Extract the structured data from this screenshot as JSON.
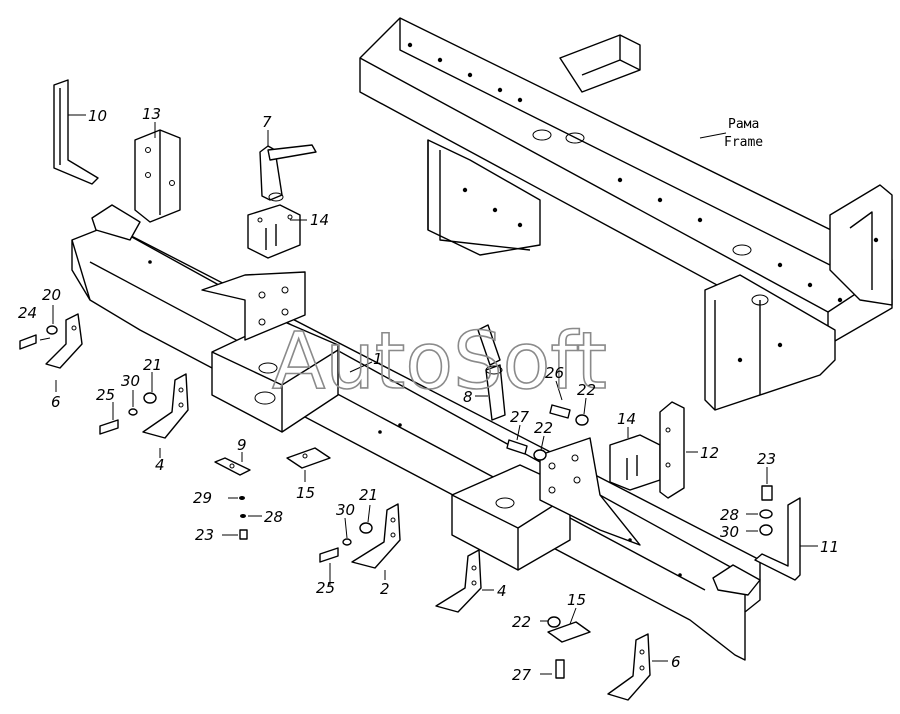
{
  "colors": {
    "line": "#000000",
    "background": "#ffffff",
    "watermark": "#8a8a8a"
  },
  "watermark": "AutoSoft",
  "frame_label": {
    "ru": "Рама",
    "en": "Frame"
  },
  "callouts": {
    "c1": "1",
    "c2": "2",
    "c4a": "4",
    "c4b": "4",
    "c6a": "6",
    "c6b": "6",
    "c7": "7",
    "c8": "8",
    "c9": "9",
    "c10": "10",
    "c11": "11",
    "c12": "12",
    "c13": "13",
    "c14a": "14",
    "c14b": "14",
    "c15a": "15",
    "c15b": "15",
    "c20": "20",
    "c21a": "21",
    "c21b": "21",
    "c22a": "22",
    "c22b": "22",
    "c22c": "22",
    "c23a": "23",
    "c23b": "23",
    "c24": "24",
    "c25a": "25",
    "c25b": "25",
    "c26": "26",
    "c27a": "27",
    "c27b": "27",
    "c28a": "28",
    "c28b": "28",
    "c29": "29",
    "c30a": "30",
    "c30b": "30",
    "c30c": "30"
  }
}
